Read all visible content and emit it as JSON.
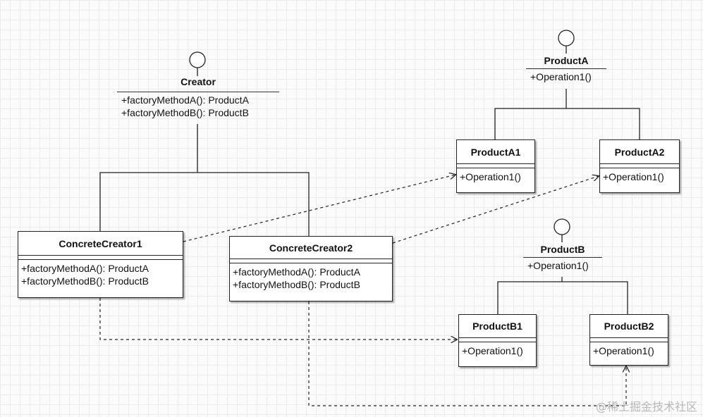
{
  "creator": {
    "name": "Creator",
    "operations": [
      "+factoryMethodA(): ProductA",
      "+factoryMethodB(): ProductB"
    ]
  },
  "concrete_creator_1": {
    "name": "ConcreteCreator1",
    "operations": [
      "+factoryMethodA(): ProductA",
      "+factoryMethodB(): ProductB"
    ]
  },
  "concrete_creator_2": {
    "name": "ConcreteCreator2",
    "operations": [
      "+factoryMethodA(): ProductA",
      "+factoryMethodB(): ProductB"
    ]
  },
  "product_a": {
    "name": "ProductA",
    "operations": [
      "+Operation1()"
    ]
  },
  "product_a1": {
    "name": "ProductA1",
    "operations": [
      "+Operation1()"
    ]
  },
  "product_a2": {
    "name": "ProductA2",
    "operations": [
      "+Operation1()"
    ]
  },
  "product_b": {
    "name": "ProductB",
    "operations": [
      "+Operation1()"
    ]
  },
  "product_b1": {
    "name": "ProductB1",
    "operations": [
      "+Operation1()"
    ]
  },
  "product_b2": {
    "name": "ProductB2",
    "operations": [
      "+Operation1()"
    ]
  },
  "watermark": "@稀土掘金技术社区",
  "colors": {
    "line": "#222222",
    "grid": "#ececec",
    "background": "#fbfbfb"
  }
}
